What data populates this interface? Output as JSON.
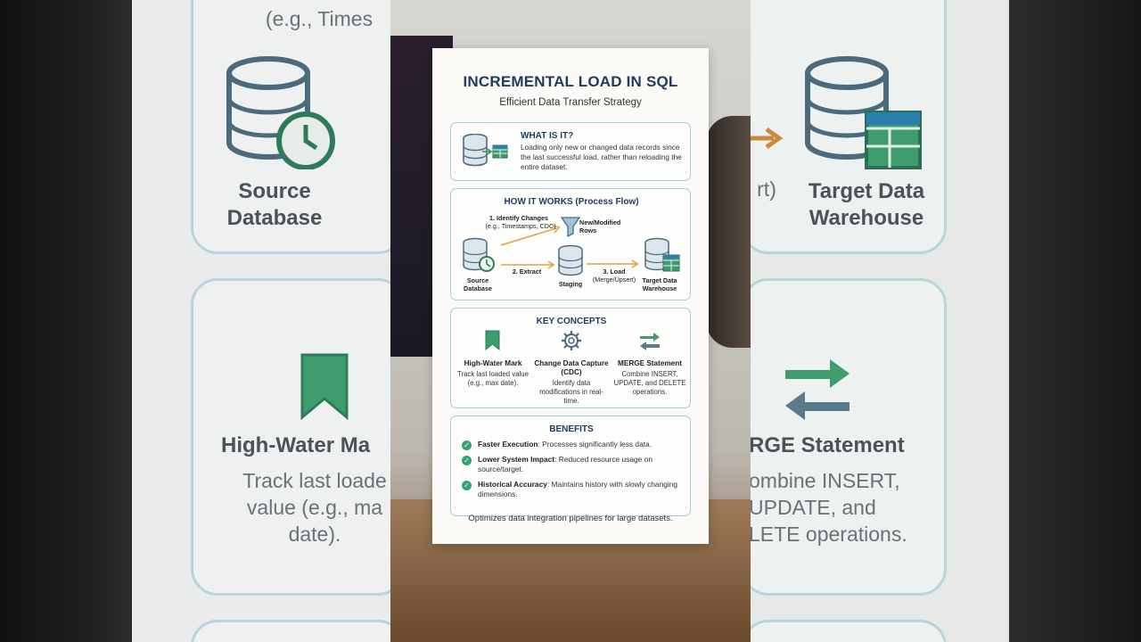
{
  "background": {
    "top_fragment": "(e.g., Times",
    "source_label": "Source\nDatabase",
    "target_label": "Target Data\nWarehouse",
    "step_fragment": "rt)",
    "hwm_title": "High-Water Ma",
    "hwm_desc": "Track last loade\nvalue (e.g., ma\ndate).",
    "merge_title": "RGE Statement",
    "merge_desc": "ombine INSERT,\nUPDATE, and\nLETE operations."
  },
  "infographic": {
    "title": "INCREMENTAL LOAD IN SQL",
    "subtitle": "Efficient Data Transfer Strategy",
    "what": {
      "heading": "WHAT IS IT?",
      "body": "Loading only new or changed data records since the last successful load, rather than reloading the entire dataset."
    },
    "how": {
      "heading": "HOW IT WORKS (Process Flow)",
      "step1": "1. Identify Changes",
      "step1_sub": "(e.g., Timestamps, CDC)",
      "new_rows": "New/Modified\nRows",
      "source": "Source\nDatabase",
      "step2": "2. Extract",
      "staging": "Staging",
      "step3": "3. Load",
      "step3_sub": "(Merge/Upsert)",
      "target": "Target Data\nWarehouse"
    },
    "concepts": {
      "heading": "KEY CONCEPTS",
      "items": [
        {
          "title": "High-Water Mark",
          "desc": "Track last loaded value (e.g., max date).",
          "icon": "bookmark-icon"
        },
        {
          "title": "Change Data Capture (CDC)",
          "desc": "Identify data modifications in real-time.",
          "icon": "gear-icon"
        },
        {
          "title": "MERGE Statement",
          "desc": "Combine INSERT, UPDATE, and DELETE operations.",
          "icon": "swap-arrows-icon"
        }
      ]
    },
    "benefits": {
      "heading": "BENEFITS",
      "items": [
        {
          "bold": "Faster Execution",
          "text": ": Processes significantly less data."
        },
        {
          "bold": "Lower System Impact",
          "text": ": Reduced resource usage on source/target."
        },
        {
          "bold": "Historical Accuracy",
          "text": ": Maintains history with slowly changing dimensions."
        }
      ]
    },
    "footer": "Optimizes data integration pipelines for large datasets."
  },
  "colors": {
    "title": "#1f3a5f",
    "border": "#9fd0e0",
    "green": "#35a37a",
    "arrow": "#e3a04a",
    "db": "#5b7387"
  }
}
